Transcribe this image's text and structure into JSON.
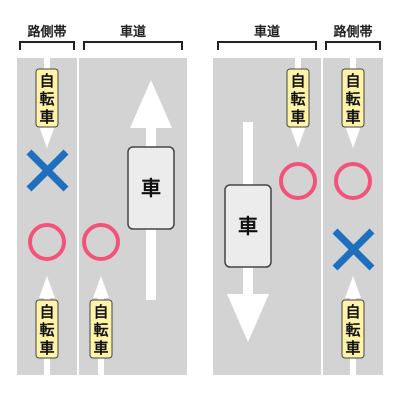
{
  "labels": {
    "sidewalk_left": "路側帯",
    "road_left": "車道",
    "road_right": "車道",
    "sidewalk_right": "路側帯"
  },
  "car_label": "車",
  "bicycle_label_chars": [
    "自",
    "転",
    "車"
  ],
  "colors": {
    "lane": "#d3d3d3",
    "marking": "#ffffff",
    "cross": "#1f6fbf",
    "circle": "#f2537a",
    "bike_tag": "#fff3a8",
    "car_body": "#ececec"
  }
}
